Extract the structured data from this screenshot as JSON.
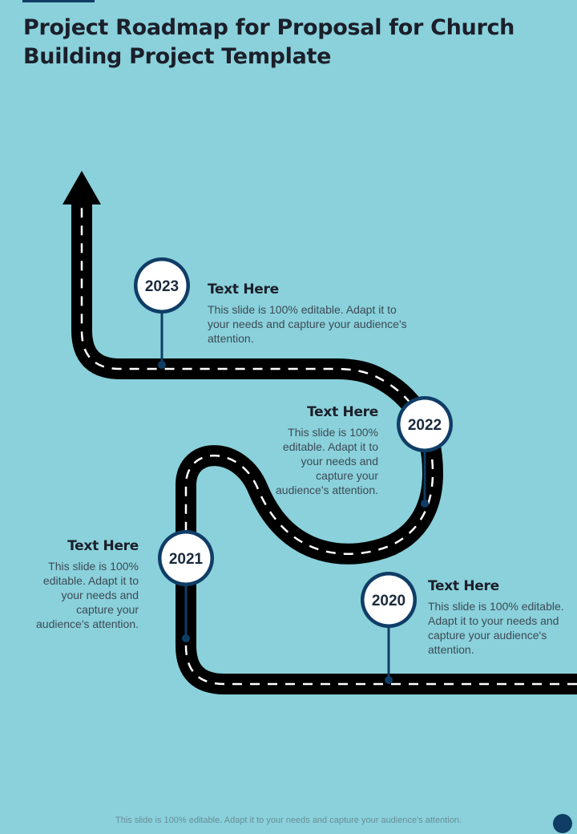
{
  "title": "Project Roadmap for Proposal for Church Building Project Template",
  "milestones": [
    {
      "year": "2023",
      "heading": "Text Here",
      "body": "This slide is 100% editable. Adapt it to your needs and capture your audience's attention."
    },
    {
      "year": "2022",
      "heading": "Text Here",
      "body": "This slide is 100% editable. Adapt it to your needs and capture your audience's attention."
    },
    {
      "year": "2021",
      "heading": "Text Here",
      "body": "This slide is 100% editable. Adapt it to your needs and capture your audience's attention."
    },
    {
      "year": "2020",
      "heading": "Text Here",
      "body": "This slide is 100% editable. Adapt it to your needs and capture your audience's attention."
    }
  ],
  "footer": "This slide is 100% editable. Adapt it to your needs and capture your audience's attention.",
  "colors": {
    "background": "#8ad1db",
    "road": "#000000",
    "road_marking": "#ffffff",
    "accent": "#0f3d66"
  },
  "icons": [
    "road-arrow-icon",
    "milestone-pin-icon"
  ]
}
